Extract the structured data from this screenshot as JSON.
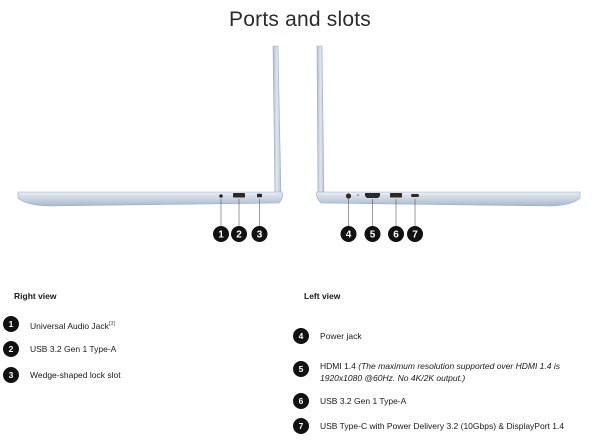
{
  "page_title": "Ports and slots",
  "right_view": {
    "heading": "Right view",
    "callouts": [
      "1",
      "2",
      "3"
    ],
    "items": [
      {
        "num": "1",
        "label": "Universal Audio Jack",
        "sup": "[3]"
      },
      {
        "num": "2",
        "label": "USB 3.2 Gen 1 Type-A"
      },
      {
        "num": "3",
        "label": "Wedge-shaped lock slot"
      }
    ]
  },
  "left_view": {
    "heading": "Left view",
    "callouts": [
      "4",
      "5",
      "6",
      "7"
    ],
    "items": [
      {
        "num": "4",
        "label": "Power jack"
      },
      {
        "num": "5",
        "label": "HDMI 1.4",
        "note": "(The maximum resolution supported over HDMI 1.4 is 1920x1080 @60Hz. No 4K/2K output.)"
      },
      {
        "num": "6",
        "label": "USB 3.2 Gen 1 Type-A"
      },
      {
        "num": "7",
        "label": "USB Type-C with Power Delivery 3.2 (10Gbps) & DisplayPort 1.4"
      }
    ]
  },
  "colors": {
    "chassis": "#c9d4e3",
    "chassis_edge": "#9eacc0",
    "badge": "#111111"
  }
}
